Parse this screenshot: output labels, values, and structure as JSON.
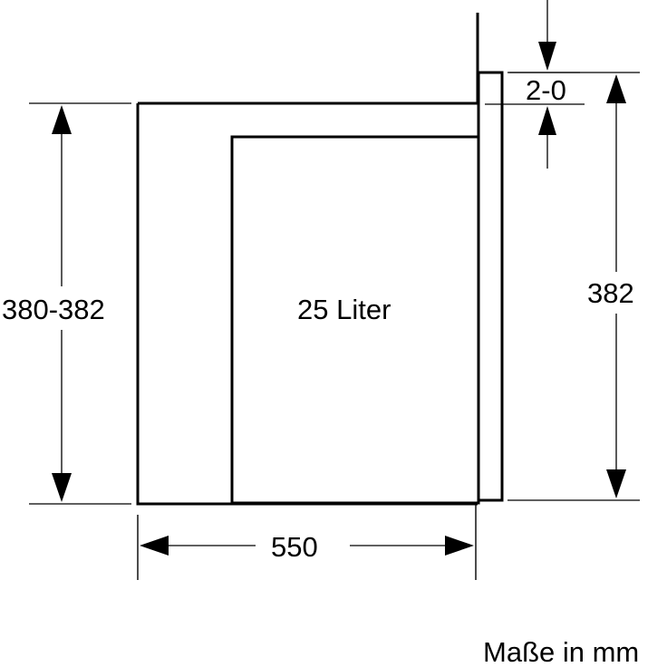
{
  "labels": {
    "volume": "25 Liter",
    "height_niche": "380-382",
    "height_unit": "382",
    "gap": "2-0",
    "depth": "550",
    "units_note": "Maße in mm"
  }
}
